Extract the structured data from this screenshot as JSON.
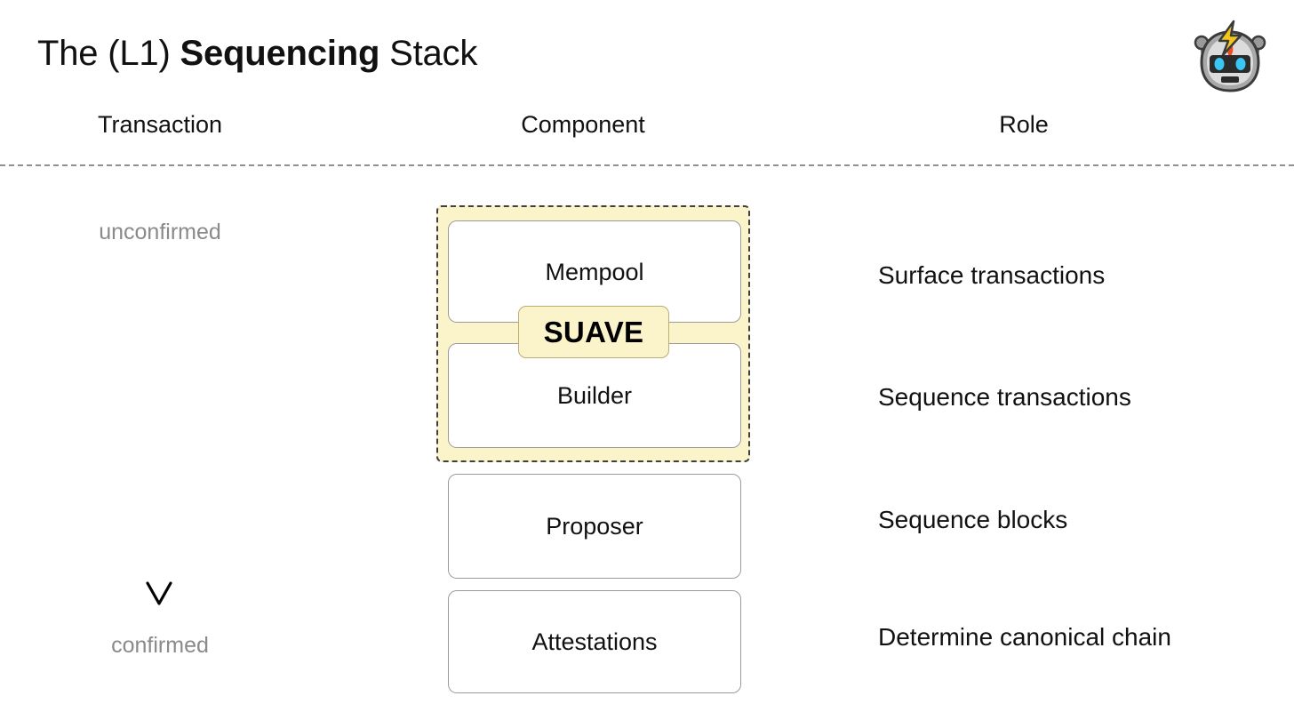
{
  "slide": {
    "title_prefix": "The (L1) ",
    "title_emphasis": "Sequencing",
    "title_suffix": " Stack",
    "background_color": "#ffffff"
  },
  "logo": {
    "name": "robot-logo",
    "alt": "robot head with lightning bolt"
  },
  "columns": {
    "transaction_header": "Transaction",
    "component_header": "Component",
    "role_header": "Role"
  },
  "transaction_flow": {
    "top_label": "unconfirmed",
    "bottom_label": "confirmed",
    "arrow_direction": "down",
    "label_color": "#8a8a8a"
  },
  "components": [
    {
      "label": "Mempool",
      "in_suave": true,
      "role": "Surface transactions"
    },
    {
      "label": "Builder",
      "in_suave": true,
      "role": "Sequence transactions"
    },
    {
      "label": "Proposer",
      "in_suave": false,
      "role": "Sequence blocks"
    },
    {
      "label": "Attestations",
      "in_suave": false,
      "role": "Determine canonical chain"
    }
  ],
  "suave": {
    "badge_label": "SUAVE",
    "container_fill": "#fbf3c9",
    "container_border": "#3f3f3f",
    "badge_border": "#b9ae74"
  },
  "divider": {
    "style": "dashed",
    "color": "#909090"
  }
}
